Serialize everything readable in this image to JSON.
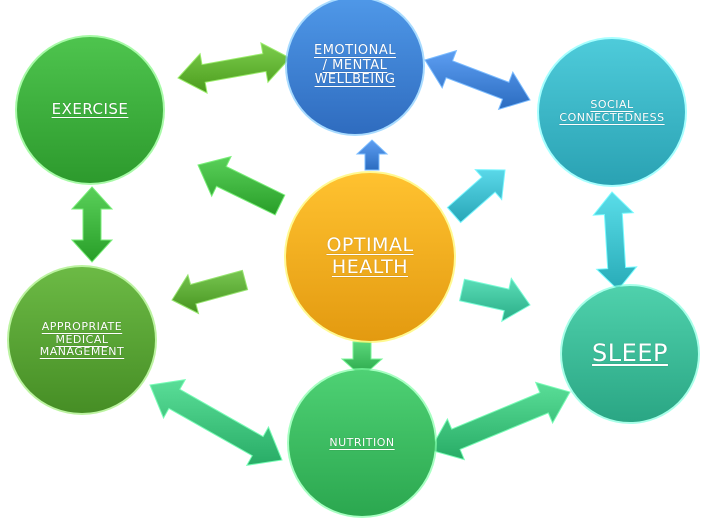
{
  "diagram": {
    "title": "Optimal Health",
    "nodes": [
      {
        "id": "optimal",
        "label": "OPTIMAL\nHEALTH",
        "color": "#f5b01e",
        "dark": "#e39a10"
      },
      {
        "id": "emotional",
        "label": "EMOTIONAL\n/ MENTAL\nWELLBEING",
        "color": "#3d86d6",
        "dark": "#2f6cbf"
      },
      {
        "id": "social",
        "label": "SOCIAL\nCONNECTEDNESS",
        "color": "#3cb9c8",
        "dark": "#2aa2b3"
      },
      {
        "id": "exercise",
        "label": "EXERCISE",
        "color": "#3cb23c",
        "dark": "#2d9a2d"
      },
      {
        "id": "medical",
        "label": "APPROPRIATE\nMEDICAL\nMANAGEMENT",
        "color": "#5aa833",
        "dark": "#468e25"
      },
      {
        "id": "sleep",
        "label": "SLEEP",
        "color": "#3dbf9a",
        "dark": "#2aa684"
      },
      {
        "id": "nutrition",
        "label": "NUTRITION",
        "color": "#3cbf62",
        "dark": "#2ba74f"
      }
    ],
    "links": [
      {
        "from": "exercise",
        "to": "emotional",
        "type": "double",
        "color": "#5fb030"
      },
      {
        "from": "emotional",
        "to": "social",
        "type": "double",
        "color": "#3f80d4"
      },
      {
        "from": "exercise",
        "to": "medical",
        "type": "double",
        "color": "#3cb23c"
      },
      {
        "from": "social",
        "to": "sleep",
        "type": "double",
        "color": "#3cbfcb"
      },
      {
        "from": "medical",
        "to": "nutrition",
        "type": "double",
        "color": "#3cc07a"
      },
      {
        "from": "nutrition",
        "to": "sleep",
        "type": "double",
        "color": "#3cc07a"
      },
      {
        "from": "optimal",
        "to": "emotional",
        "type": "single",
        "color": "#3f80d4"
      },
      {
        "from": "optimal",
        "to": "exercise",
        "type": "single",
        "color": "#3cb23c"
      },
      {
        "from": "optimal",
        "to": "social",
        "type": "single",
        "color": "#3cbacb"
      },
      {
        "from": "optimal",
        "to": "medical",
        "type": "single",
        "color": "#5aa833"
      },
      {
        "from": "optimal",
        "to": "sleep",
        "type": "single",
        "color": "#3dc09a"
      },
      {
        "from": "optimal",
        "to": "nutrition",
        "type": "single",
        "color": "#3cb95c"
      }
    ]
  }
}
